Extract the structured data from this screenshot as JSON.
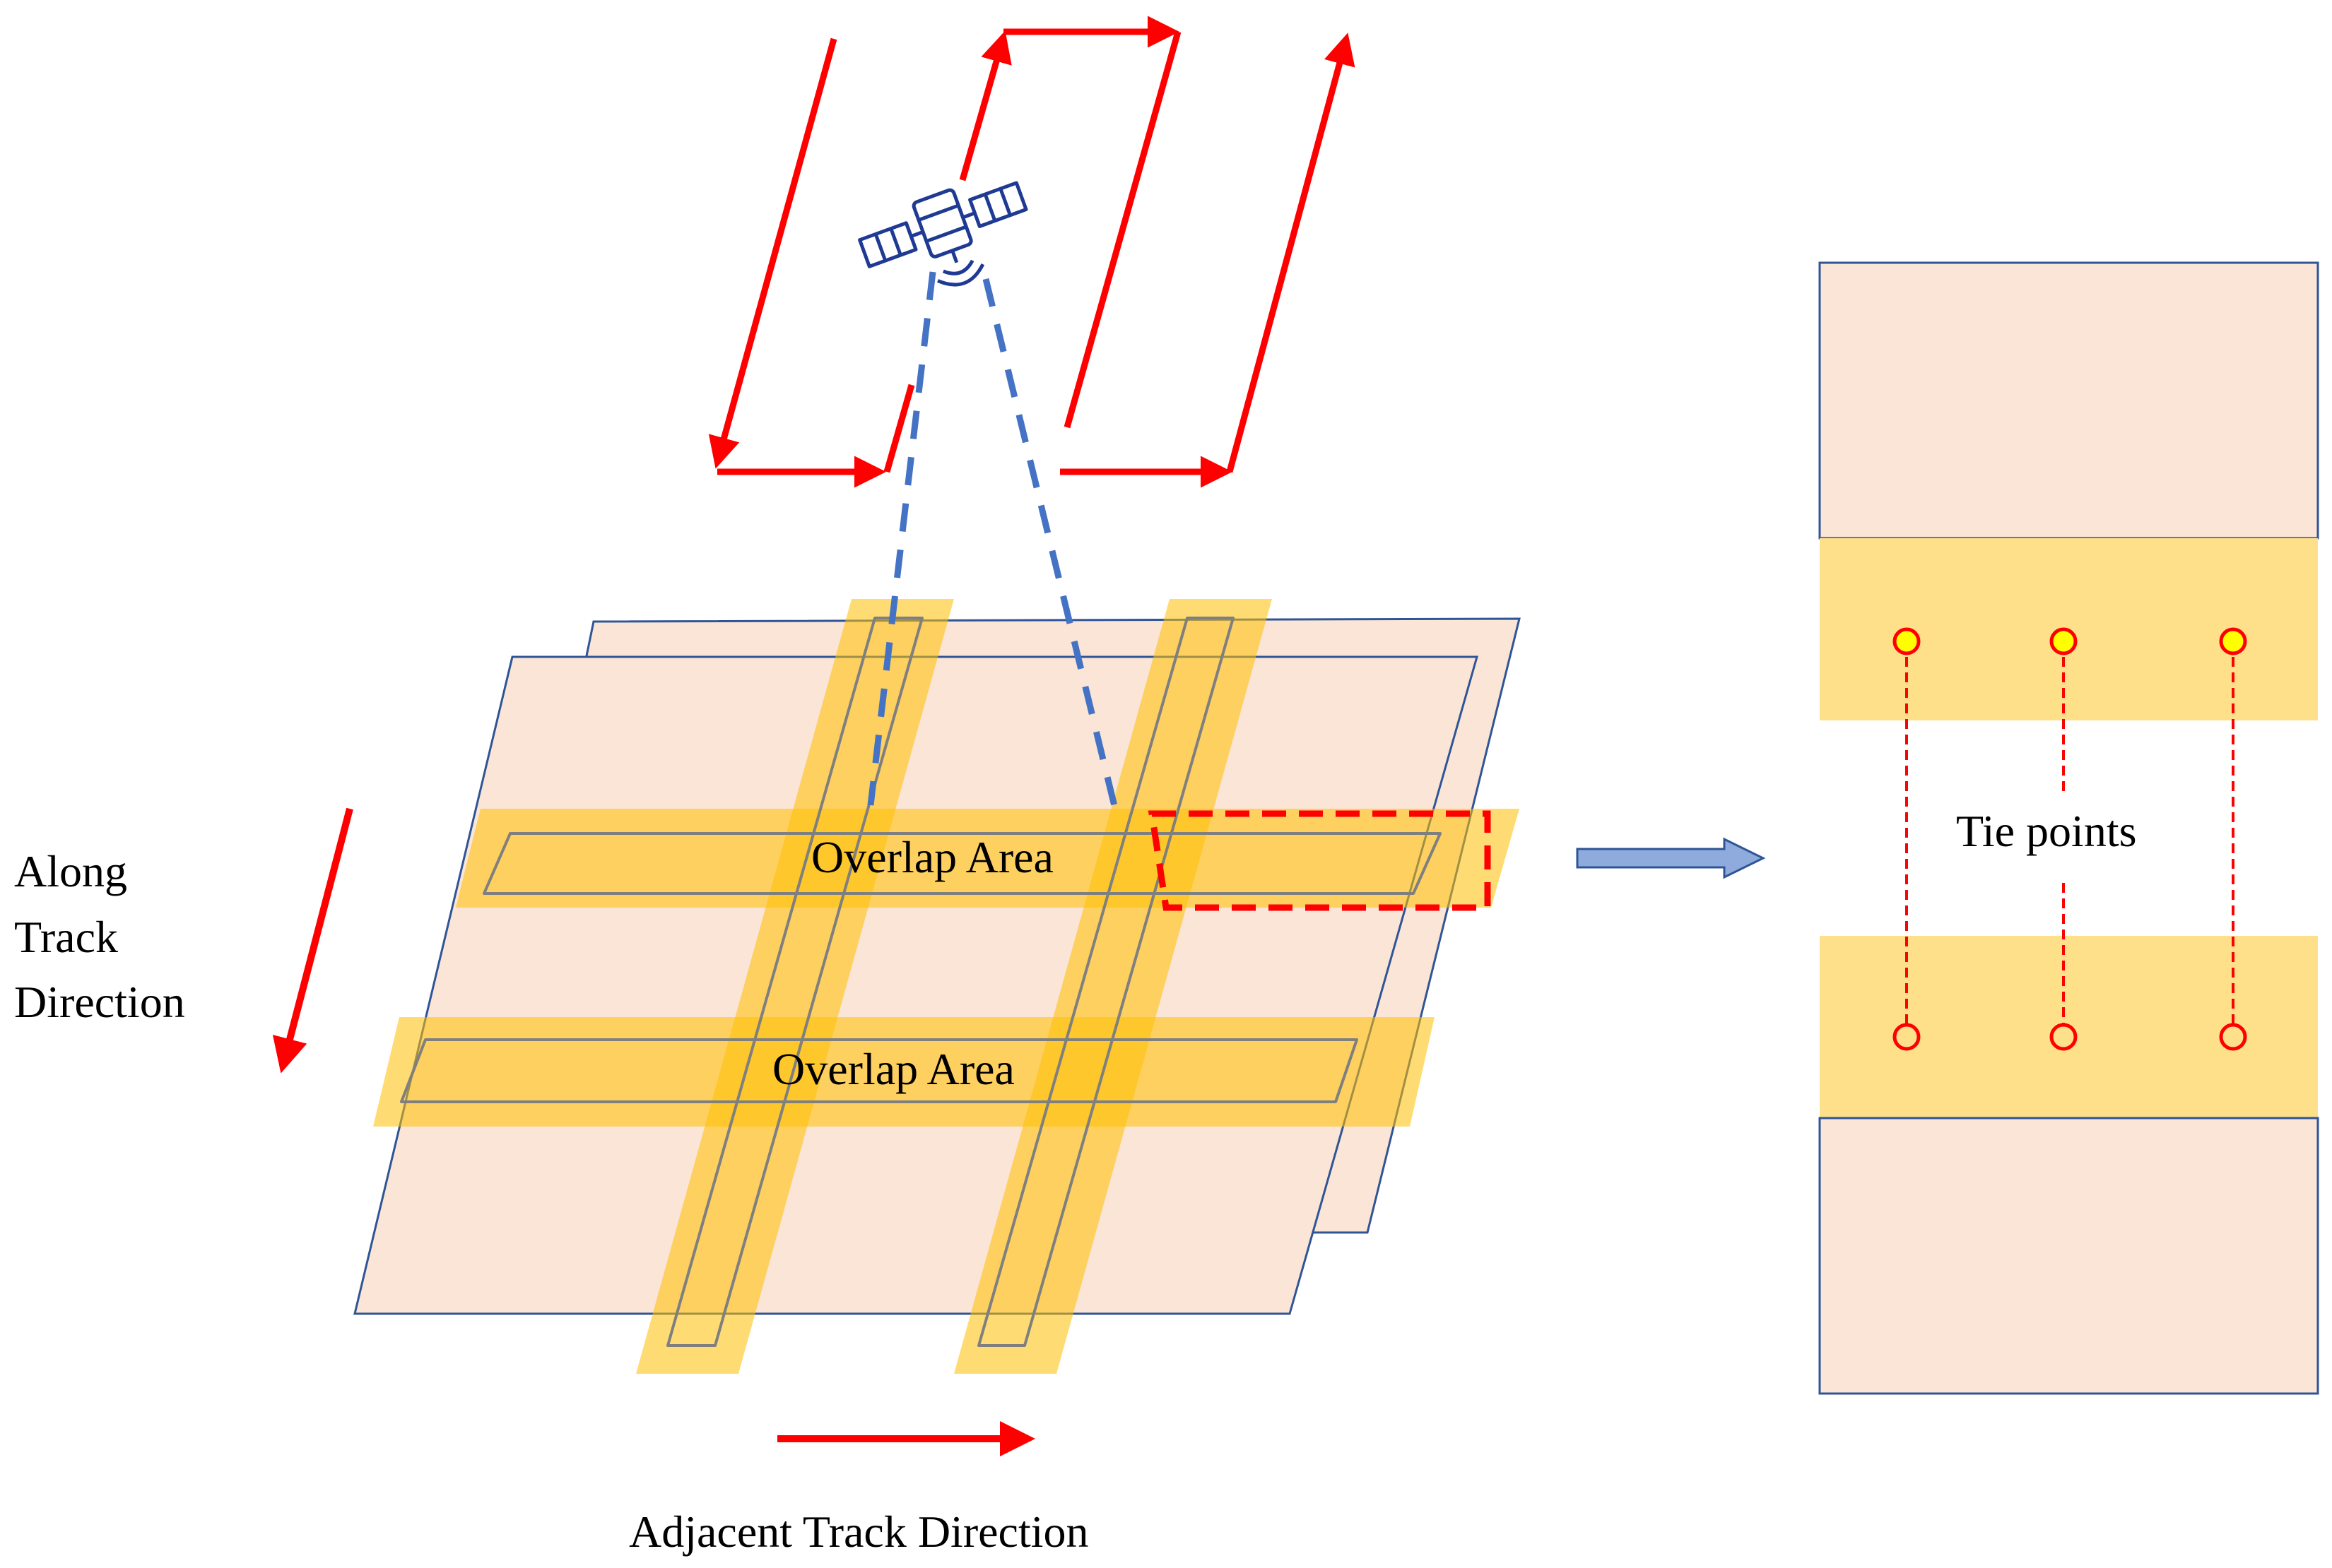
{
  "labels": {
    "overlap_area_top": "Overlap Area",
    "overlap_area_bottom": "Overlap Area",
    "along_track": [
      "Along",
      "Track",
      "Direction"
    ],
    "adjacent_track": "Adjacent Track Direction",
    "tie_points": "Tie points"
  },
  "colors": {
    "arrow_red": "#ff0000",
    "image_fill": "#fbe5d6",
    "image_border": "#2f5597",
    "overlap_fill": "#ffc000",
    "tie_band": "#ffe08a",
    "beam": "#4472c4",
    "satellite": "#1f3a93",
    "tie_point_fill": "#ffff00",
    "pointer_arrow": "#8faadc"
  },
  "icons": {
    "satellite": "satellite-icon",
    "pointer": "right-arrow-icon"
  }
}
